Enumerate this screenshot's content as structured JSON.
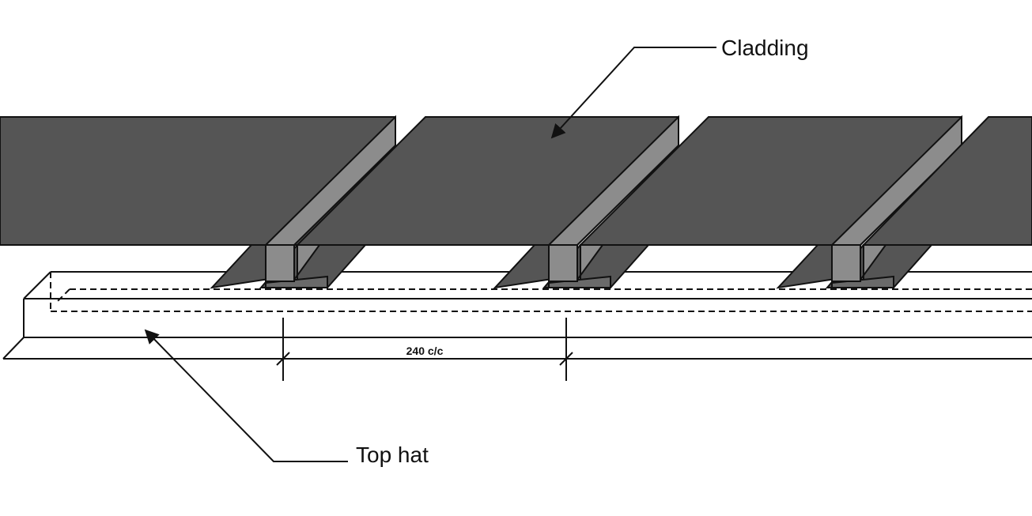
{
  "labels": {
    "cladding": "Cladding",
    "top_hat": "Top hat",
    "spacing": "240 c/c"
  },
  "colors": {
    "background": "#ffffff",
    "cladding_face": "#555555",
    "cladding_side": "#8c8c8c",
    "lip": "#6a6a6a",
    "outline": "#111111"
  }
}
